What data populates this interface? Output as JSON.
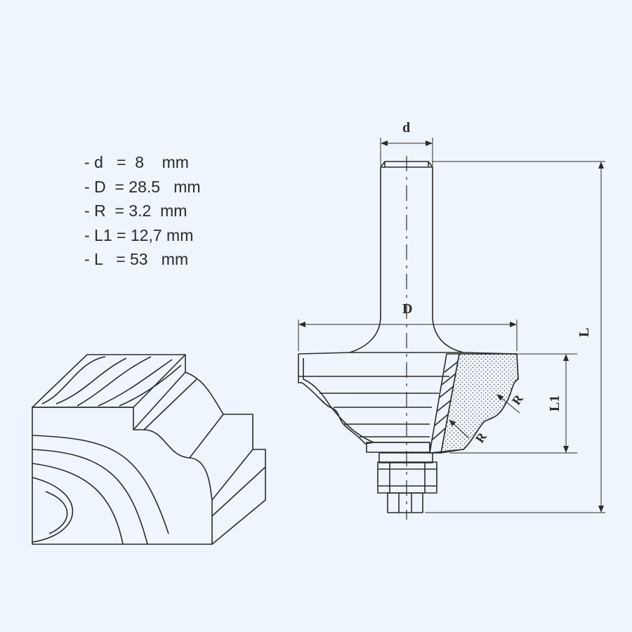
{
  "specs": [
    {
      "dash": "-",
      "symbol": "d",
      "eq": "=",
      "value": "8",
      "unit": "mm"
    },
    {
      "dash": "-",
      "symbol": "D",
      "eq": "=",
      "value": "28.5",
      "unit": "mm"
    },
    {
      "dash": "-",
      "symbol": "R",
      "eq": "=",
      "value": "3.2",
      "unit": "mm"
    },
    {
      "dash": "-",
      "symbol": "L1",
      "eq": "=",
      "value": "12,7",
      "unit": "mm"
    },
    {
      "dash": "-",
      "symbol": "L",
      "eq": "=",
      "value": "53",
      "unit": "mm"
    }
  ],
  "labels": {
    "shank_diameter": "d",
    "cutter_diameter": "D",
    "total_length": "L",
    "cutting_length": "L1",
    "radius_upper": "R",
    "radius_lower": "R"
  },
  "colors": {
    "background": "#eef5fd",
    "line": "#2b2b2b"
  }
}
